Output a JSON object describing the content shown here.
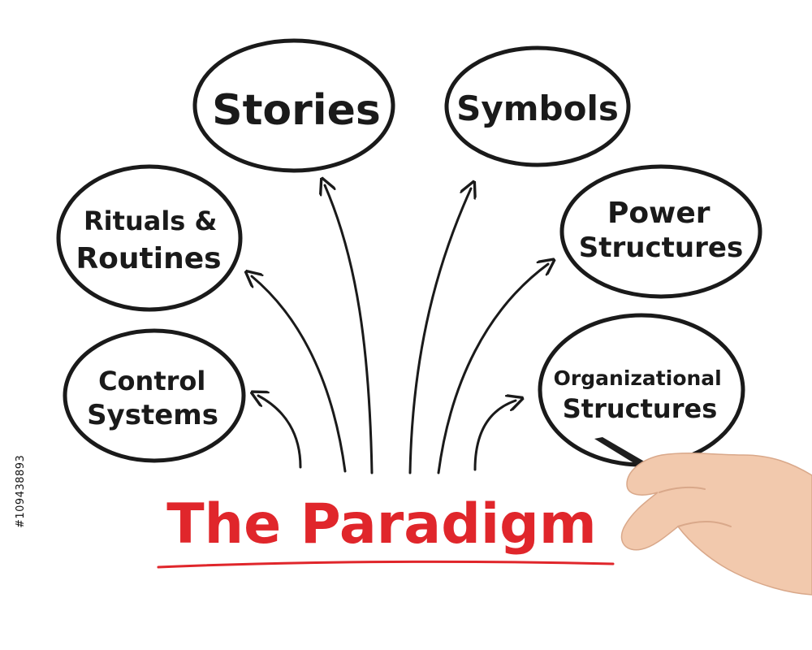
{
  "diagram": {
    "center_title": "The Paradigm",
    "nodes": [
      {
        "id": "stories",
        "lines": [
          "Stories"
        ]
      },
      {
        "id": "symbols",
        "lines": [
          "Symbols"
        ]
      },
      {
        "id": "rituals",
        "lines": [
          "Rituals &",
          "Routines"
        ]
      },
      {
        "id": "power",
        "lines": [
          "Power",
          "Structures"
        ]
      },
      {
        "id": "control",
        "lines": [
          "Control",
          "Systems"
        ]
      },
      {
        "id": "organizational",
        "lines": [
          "Organizational",
          "Structures"
        ]
      }
    ]
  },
  "colors": {
    "ink": "#1a1a1a",
    "title": "#e0262b"
  },
  "watermark": {
    "stock_id": "#109438893"
  }
}
